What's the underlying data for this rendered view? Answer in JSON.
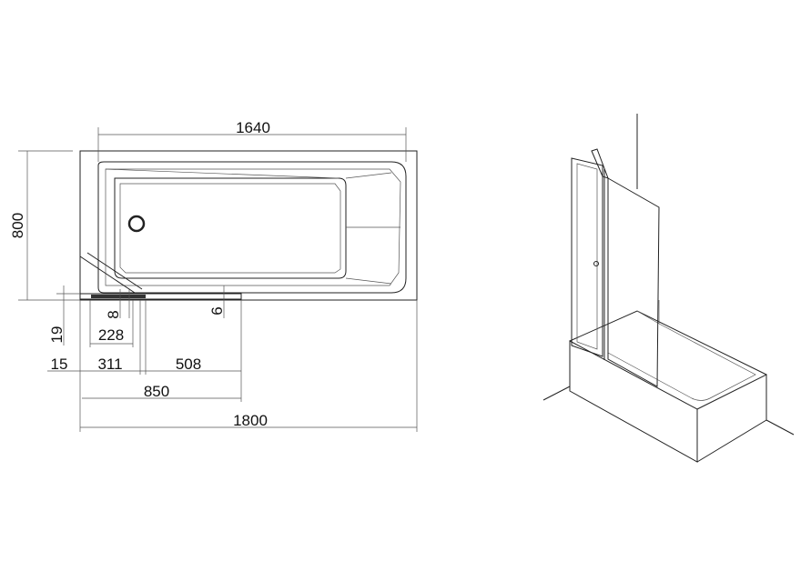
{
  "dimensions": {
    "overall_width_inner": "1640",
    "overall_depth": "800",
    "screen_thickness": "8",
    "profile_offset": "6",
    "screen_depth": "19",
    "fixed_panel": "228",
    "wall_gap": "15",
    "fixed_section": "311",
    "hinged_section": "508",
    "screen_width": "850",
    "overall_length": "1800"
  },
  "colors": {
    "line": "#222222",
    "background": "#ffffff"
  }
}
